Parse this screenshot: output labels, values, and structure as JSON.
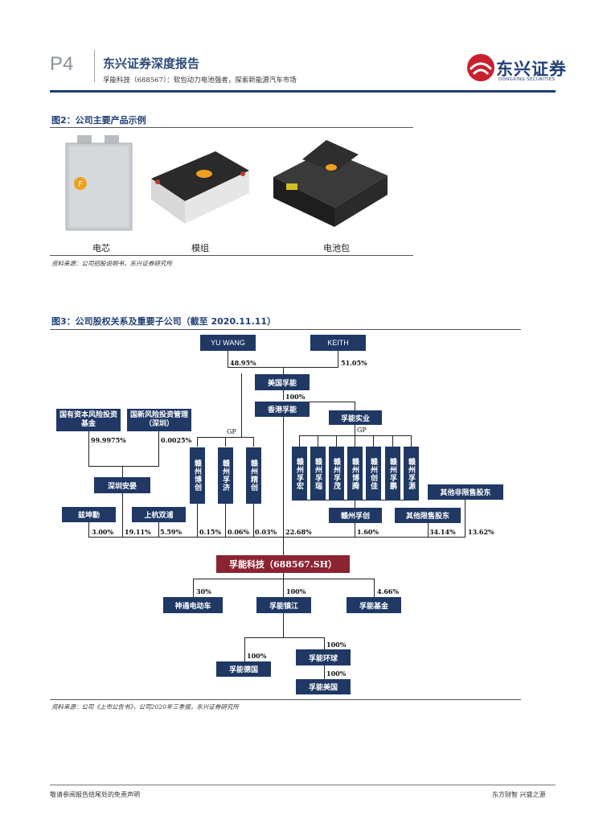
{
  "header": {
    "page_number": "P4",
    "report_title": "东兴证券深度报告",
    "report_subtitle": "孚能科技（688567）：软包动力电池强者，探索新能源汽车市场",
    "brand_name": "东兴证券",
    "brand_en": "DONGXING SECURITIES",
    "brand_color": "#1f3f77"
  },
  "figure2": {
    "title": "图2：公司主要产品示例",
    "products": [
      "电芯",
      "模组",
      "电池包"
    ],
    "source": "资料来源：公司招股说明书，东兴证券研究所"
  },
  "figure3": {
    "title": "图3：公司股权关系及重要子公司（截至 2020.11.11）",
    "source": "资料来源：公司《上市公告书》，公司2020年三季报，东兴证券研究所",
    "nodes": {
      "yu_wang": "YU WANG",
      "keith": "KEITH",
      "farasis_us": "美国孚能",
      "farasis_hk": "香港孚能",
      "farasis_industry": "孚能实业",
      "state_fund": "国有资本风险投资基金",
      "guoxin": "国新风险投资管理（深圳）",
      "shenzhen_anying": "深圳安晏",
      "zhaoying": "兹坤勤",
      "shanghai_shuangpu": "上杭双浦",
      "ganzhou_bochuang": "赣州博创",
      "ganzhou_fuji": "赣州孚济",
      "ganzhou_jingchuang": "赣州精创",
      "ganzhou_v1": "赣州孚宏",
      "ganzhou_v2": "赣州孚瑞",
      "ganzhou_v3": "赣州孚茂",
      "ganzhou_v4": "赣州博腾",
      "ganzhou_v5": "赣州创佳",
      "ganzhou_v6": "赣州孚鹏",
      "ganzhou_v7": "赣州孚源",
      "ganzhou_fuchuang": "赣州孚创",
      "other_limited": "其他限售股东",
      "other_unlimited": "其他非限售股东",
      "company": "孚能科技（688567.SH）",
      "shentong": "神通电动车",
      "farasis_zhenjiang": "孚能镇江",
      "farasis_fund": "孚能基金",
      "farasis_germany": "孚能德国",
      "farasis_global": "孚能环球",
      "farasis_us2": "孚能美国"
    },
    "labels": {
      "gp1": "GP",
      "gp2": "GP",
      "p_yu": "48.95%",
      "p_keith": "51.05%",
      "p_hk": "100%",
      "p_state": "99.9975%",
      "p_guoxin": "0.0025%",
      "p_zhaoying": "3.00%",
      "p_anying": "19.11%",
      "p_shuangpu": "5.59%",
      "p_bochuang": "0.15%",
      "p_fuji": "0.06%",
      "p_jingchuang": "0.03%",
      "p_hk_company": "22.68%",
      "p_fuchuang": "1.60%",
      "p_limited": "34.14%",
      "p_unlimited": "13.62%",
      "p_shentong": "30%",
      "p_zhenjiang": "100%",
      "p_fund": "4.66%",
      "p_germany": "100%",
      "p_global": "100%",
      "p_us2": "100%"
    }
  },
  "footer": {
    "disclaimer": "敬请参阅报告结尾处的免责声明",
    "slogan": "东方财智  兴盛之源"
  }
}
